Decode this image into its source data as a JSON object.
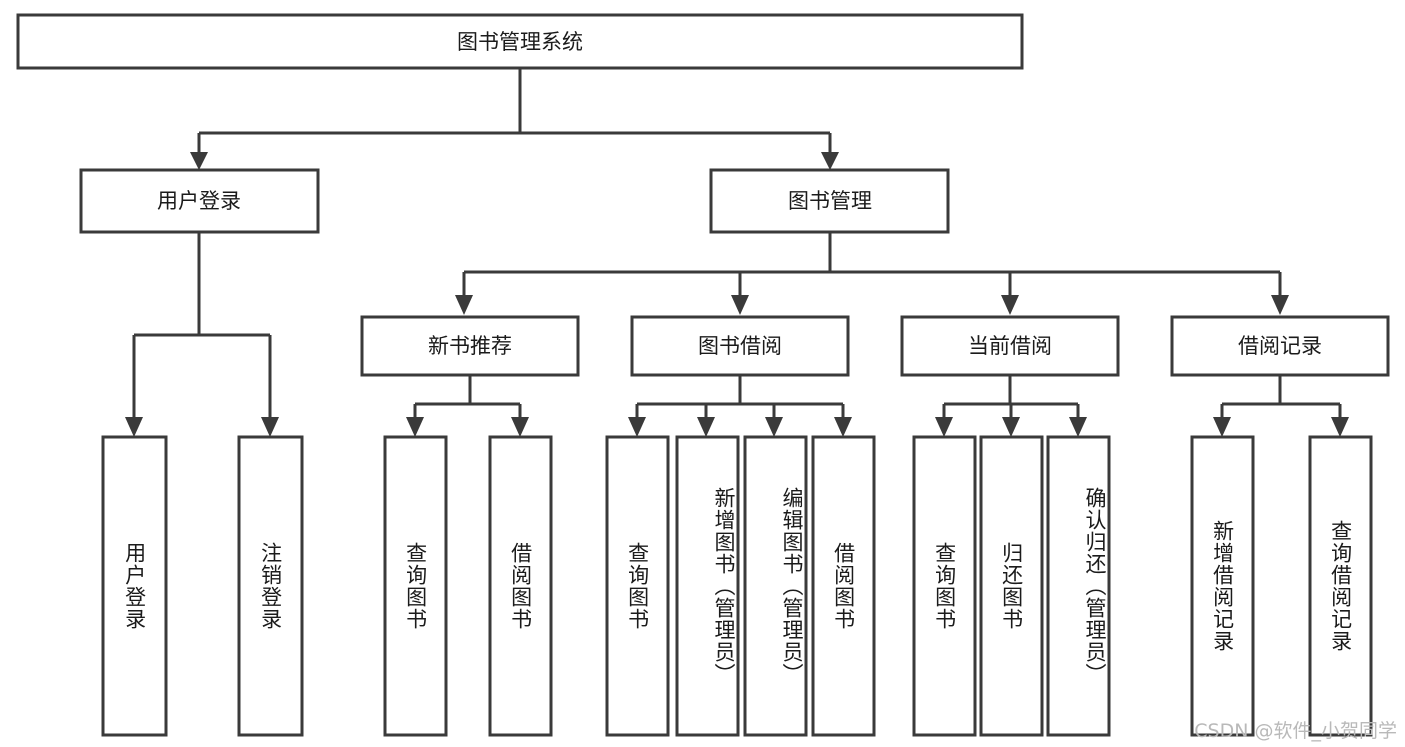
{
  "diagram": {
    "type": "tree",
    "title": "图书管理系统",
    "watermark": "CSDN @软件_小贺同学",
    "colors": {
      "box_stroke": "#3a3a3a",
      "box_fill": "#ffffff",
      "connector": "#3a3a3a",
      "text": "#1b1b1b",
      "watermark": "#b9b9b9",
      "background": "#ffffff"
    },
    "levels": {
      "level0": [
        {
          "id": "root",
          "label": "图书管理系统",
          "orientation": "horizontal"
        }
      ],
      "level1": [
        {
          "id": "user-login",
          "label": "用户登录",
          "orientation": "horizontal",
          "parent": "root"
        },
        {
          "id": "book-manage",
          "label": "图书管理",
          "orientation": "horizontal",
          "parent": "root"
        }
      ],
      "level2": [
        {
          "id": "new-book-rec",
          "label": "新书推荐",
          "orientation": "horizontal",
          "parent": "book-manage"
        },
        {
          "id": "book-borrow",
          "label": "图书借阅",
          "orientation": "horizontal",
          "parent": "book-manage"
        },
        {
          "id": "current-borrow",
          "label": "当前借阅",
          "orientation": "horizontal",
          "parent": "book-manage"
        },
        {
          "id": "borrow-record",
          "label": "借阅记录",
          "orientation": "horizontal",
          "parent": "book-manage"
        }
      ],
      "level3": [
        {
          "id": "leaf-user-login",
          "label": "用户登录",
          "orientation": "vertical",
          "parent": "user-login"
        },
        {
          "id": "leaf-logout",
          "label": "注销登录",
          "orientation": "vertical",
          "parent": "user-login"
        },
        {
          "id": "leaf-query-book-1",
          "label": "查询图书",
          "orientation": "vertical",
          "parent": "new-book-rec"
        },
        {
          "id": "leaf-borrow-book-1",
          "label": "借阅图书",
          "orientation": "vertical",
          "parent": "new-book-rec"
        },
        {
          "id": "leaf-query-book-2",
          "label": "查询图书",
          "orientation": "vertical",
          "parent": "book-borrow"
        },
        {
          "id": "leaf-add-book",
          "label": "新增图书（管理员）",
          "orientation": "vertical",
          "parent": "book-borrow"
        },
        {
          "id": "leaf-edit-book",
          "label": "编辑图书（管理员）",
          "orientation": "vertical",
          "parent": "book-borrow"
        },
        {
          "id": "leaf-borrow-book-2",
          "label": "借阅图书",
          "orientation": "vertical",
          "parent": "book-borrow"
        },
        {
          "id": "leaf-query-book-3",
          "label": "查询图书",
          "orientation": "vertical",
          "parent": "current-borrow"
        },
        {
          "id": "leaf-return-book",
          "label": "归还图书",
          "orientation": "vertical",
          "parent": "current-borrow"
        },
        {
          "id": "leaf-confirm-return",
          "label": "确认归还（管理员）",
          "orientation": "vertical",
          "parent": "current-borrow"
        },
        {
          "id": "leaf-add-record",
          "label": "新增借阅记录",
          "orientation": "vertical",
          "parent": "borrow-record"
        },
        {
          "id": "leaf-query-record",
          "label": "查询借阅记录",
          "orientation": "vertical",
          "parent": "borrow-record"
        }
      ]
    }
  }
}
